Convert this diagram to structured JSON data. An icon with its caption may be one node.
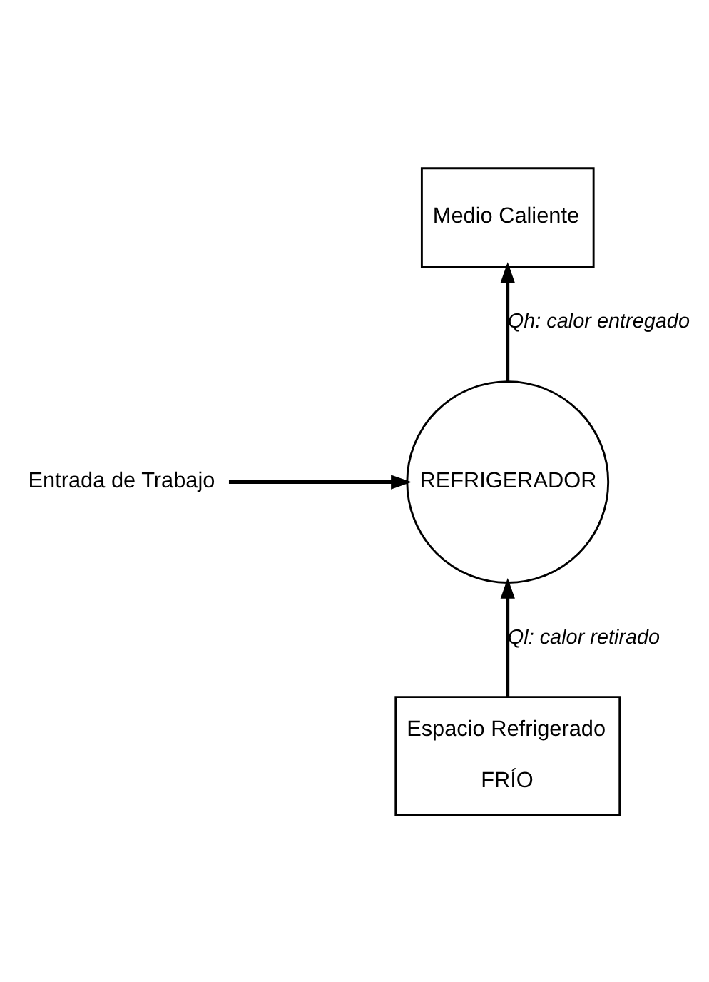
{
  "diagram": {
    "nodes": [
      {
        "text": [
          "Medio Caliente"
        ]
      },
      {
        "text": [
          "REFRIGERADOR"
        ]
      },
      {
        "text": [
          "Entrada de Trabajo"
        ]
      },
      {
        "text": [
          "Espacio Refrigerado",
          "FRÍO"
        ]
      }
    ],
    "edges": [
      {
        "from": 1,
        "to": 0,
        "arrow": "to",
        "label": "Qh: calor entregado"
      },
      {
        "from": 2,
        "to": 1,
        "arrow": "to"
      },
      {
        "from": 3,
        "to": 1,
        "arrow": "to",
        "label": "Ql: calor retirado"
      }
    ]
  }
}
